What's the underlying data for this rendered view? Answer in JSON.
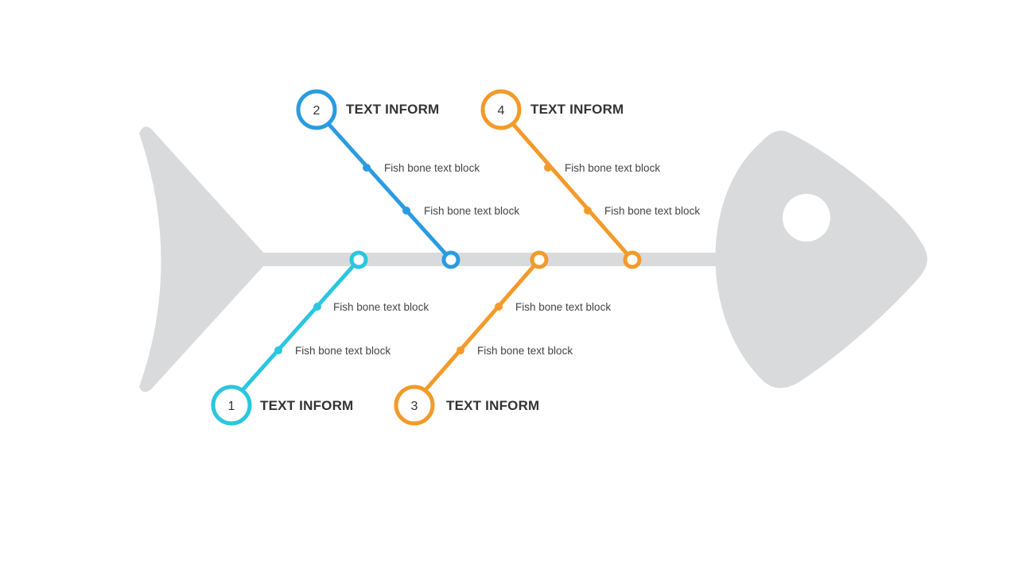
{
  "colors": {
    "body": "#d9dadc",
    "branch1": "#2bc6df",
    "branch2": "#2b9be0",
    "branch3": "#f39a2a",
    "branch4": "#f39a2a",
    "text": "#333333"
  },
  "branches": [
    {
      "number": "1",
      "title": "TEXT INFORM",
      "items": [
        "Fish bone text block",
        "Fish bone text block"
      ]
    },
    {
      "number": "2",
      "title": "TEXT INFORM",
      "items": [
        "Fish bone text block",
        "Fish bone text block"
      ]
    },
    {
      "number": "3",
      "title": "TEXT INFORM",
      "items": [
        "Fish bone text block",
        "Fish bone text block"
      ]
    },
    {
      "number": "4",
      "title": "TEXT INFORM",
      "items": [
        "Fish bone text block",
        "Fish bone text block"
      ]
    }
  ]
}
